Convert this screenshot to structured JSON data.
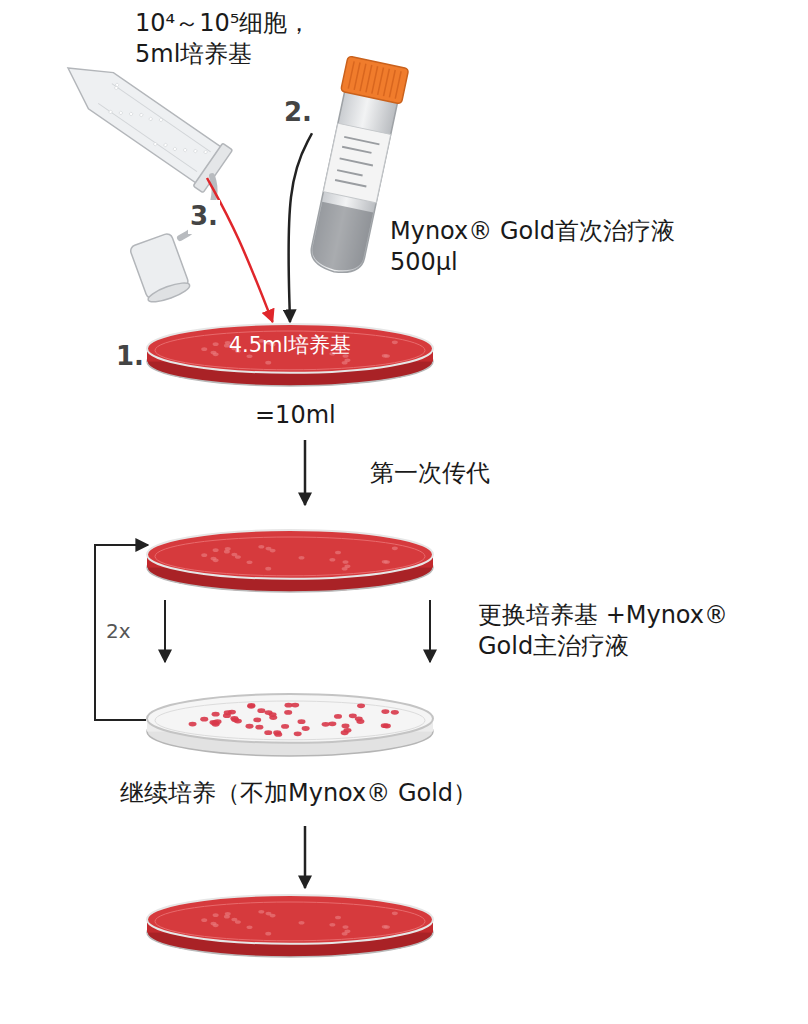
{
  "diagram": {
    "nodes": [
      {
        "text": [
          "10⁴～10⁵细胞， 5ml培养基"
        ]
      },
      {
        "text": [
          "Mynox® Gold首次治疗液 500μl"
        ]
      },
      {
        "text": [
          "4.5ml培养基"
        ]
      },
      {
        "text": [
          "继续培养（不加Mynox® Gold）"
        ]
      }
    ],
    "edges": [
      {
        "from": 0,
        "to": 2,
        "arrow": "to",
        "label": "3."
      },
      {
        "from": 1,
        "to": 2,
        "arrow": "to",
        "label": "2."
      }
    ],
    "labels": [
      "1.",
      "=10ml",
      "第一次传代",
      "2x",
      "更换培养基 +Mynox® Gold主治疗液"
    ]
  }
}
